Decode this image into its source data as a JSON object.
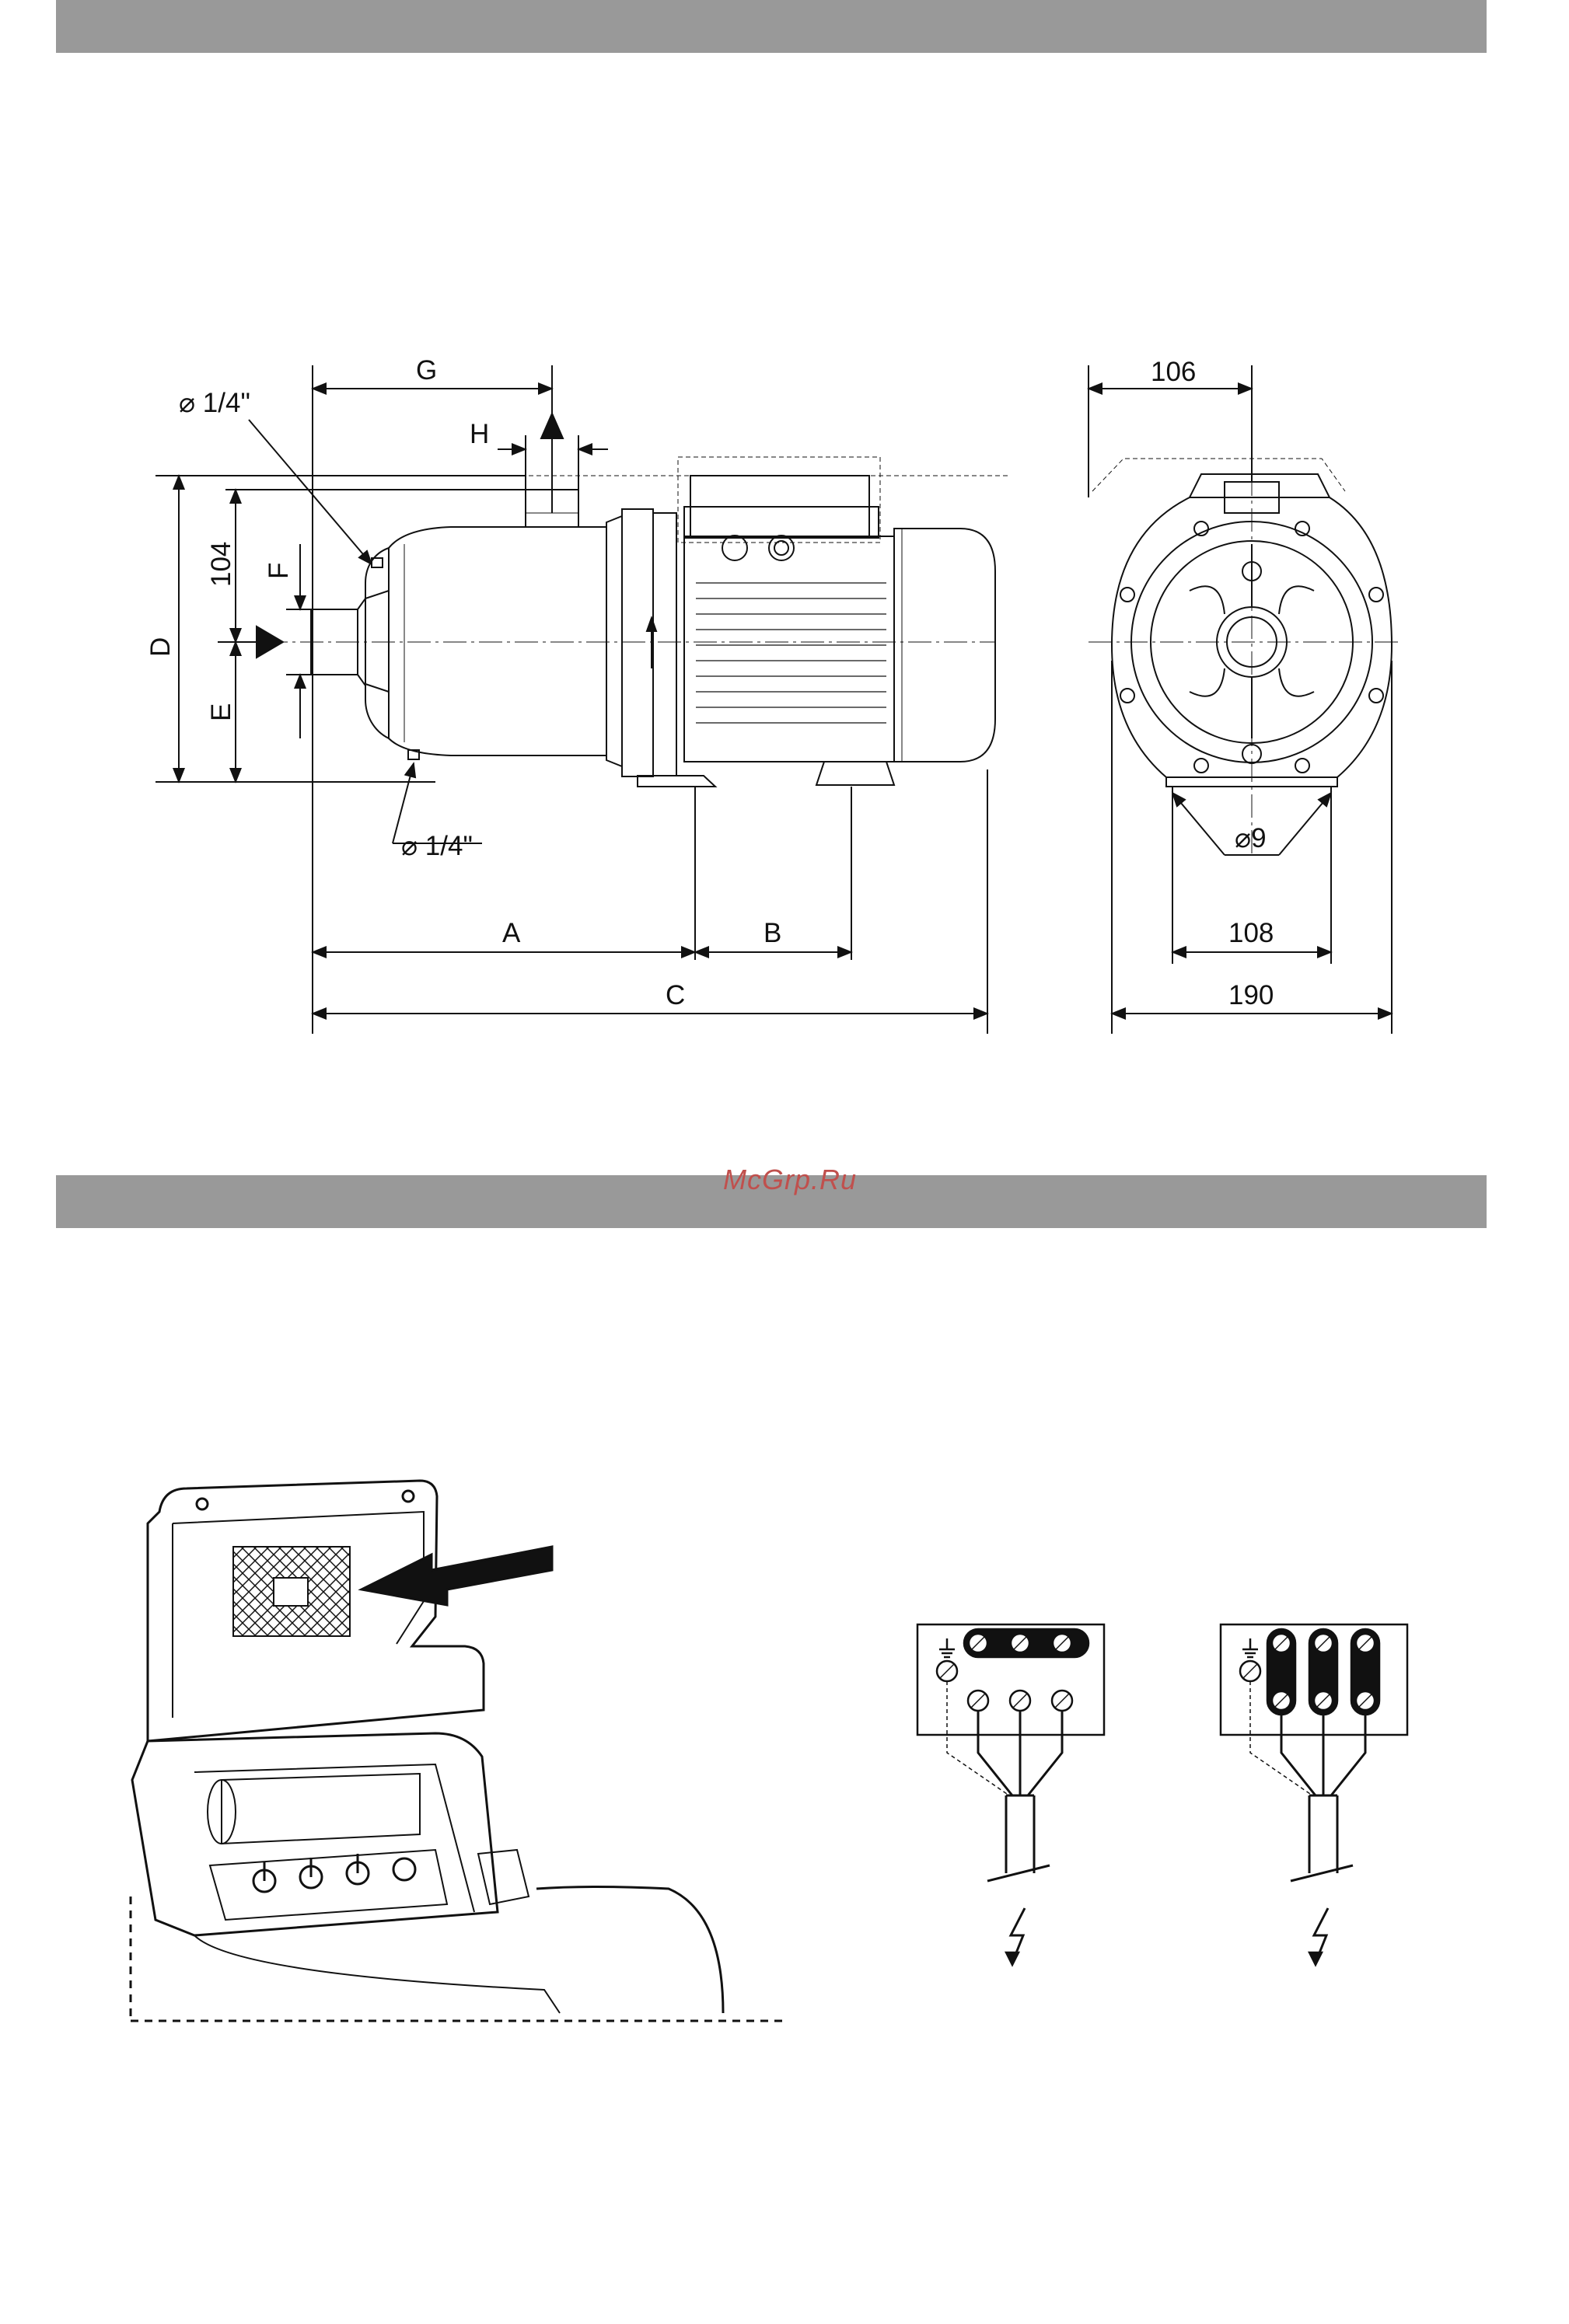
{
  "watermark": "McGrp.Ru",
  "dimensions_side": {
    "top_thread": "⌀ 1/4\"",
    "bottom_thread": "⌀ 1/4\"",
    "G": "G",
    "H": "H",
    "F": "F",
    "D": "D",
    "E": "E",
    "h104": "104",
    "A": "A",
    "B": "B",
    "C": "C"
  },
  "dimensions_front": {
    "w106": "106",
    "hole": "⌀9",
    "w108": "108",
    "w190": "190"
  }
}
